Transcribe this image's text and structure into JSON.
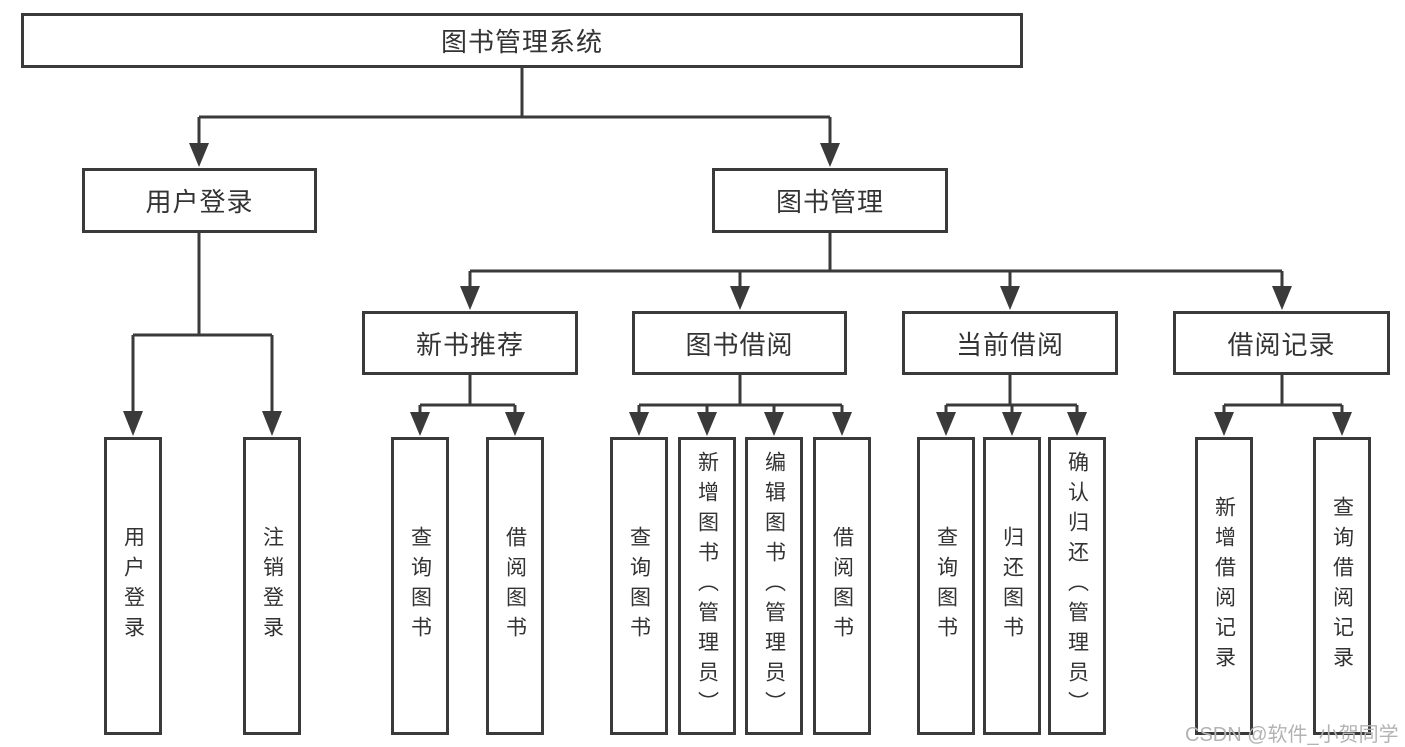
{
  "diagram_title": "图书管理系统",
  "tree": {
    "root": {
      "label": "图书管理系统",
      "children": [
        {
          "label": "用户登录",
          "children": [
            {
              "label": "用户登录"
            },
            {
              "label": "注销登录"
            }
          ]
        },
        {
          "label": "图书管理",
          "children": [
            {
              "label": "新书推荐",
              "children": [
                {
                  "label": "查询图书"
                },
                {
                  "label": "借阅图书"
                }
              ]
            },
            {
              "label": "图书借阅",
              "children": [
                {
                  "label": "查询图书"
                },
                {
                  "label": "新增图书（管理员）"
                },
                {
                  "label": "编辑图书（管理员）"
                },
                {
                  "label": "借阅图书"
                }
              ]
            },
            {
              "label": "当前借阅",
              "children": [
                {
                  "label": "查询图书"
                },
                {
                  "label": "归还图书"
                },
                {
                  "label": "确认归还（管理员）"
                }
              ]
            },
            {
              "label": "借阅记录",
              "children": [
                {
                  "label": "新增借阅记录"
                },
                {
                  "label": "查询借阅记录"
                }
              ]
            }
          ]
        }
      ]
    }
  },
  "watermark": "CSDN @软件_小贺同学",
  "colors": {
    "line": "#3a3a3a",
    "text": "#333333",
    "watermark": "#b3b3b3",
    "background": "#ffffff"
  }
}
